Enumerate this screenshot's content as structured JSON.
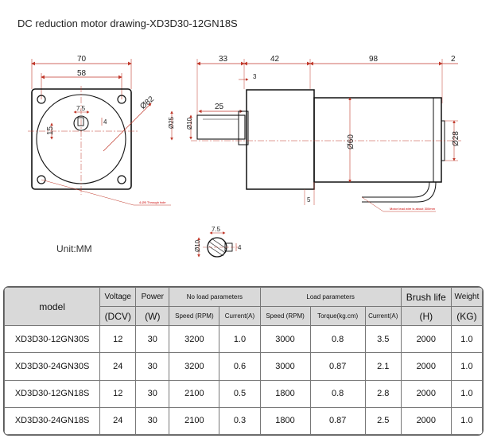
{
  "title": "DC reduction motor drawing-XD3D30-12GN18S",
  "unit_label": "Unit:MM",
  "front_view": {
    "dim_width": "70",
    "dim_inner": "58",
    "dim_key": "7.5",
    "dim_key_depth": "4",
    "dim_height": "15",
    "dim_diameter": "Ø82",
    "hole_note": "4-Ø5 Through hole"
  },
  "side_view": {
    "dim_33": "33",
    "dim_42": "42",
    "dim_98": "98",
    "dim_2": "2",
    "dim_3": "3",
    "dim_25": "25",
    "dim_d25": "Ø25",
    "dim_d10": "Ø10",
    "dim_d60": "Ø60",
    "dim_d28": "Ø28",
    "dim_5": "5",
    "lead_note": "Motor lead wire is about 300mm"
  },
  "shaft_detail": {
    "dim_7_5": "7.5",
    "dim_d10": "Ø10",
    "dim_4": "4"
  },
  "spec_table": {
    "headers": {
      "model": "model",
      "voltage": "Voltage",
      "voltage_unit": "(DCV)",
      "power": "Power",
      "power_unit": "(W)",
      "no_load": "No load parameters",
      "load": "Load parameters",
      "brush_life": "Brush life",
      "brush_unit": "(H)",
      "weight": "Weight",
      "weight_unit": "(KG)",
      "nl_speed": "Speed (RPM)",
      "nl_current": "Current(A)",
      "l_speed": "Speed (RPM)",
      "l_torque": "Torque(kg.cm)",
      "l_current": "Current(A)"
    },
    "rows": [
      {
        "model": "XD3D30-12GN30S",
        "voltage": "12",
        "power": "30",
        "nl_speed": "3200",
        "nl_current": "1.0",
        "l_speed": "3000",
        "l_torque": "0.8",
        "l_current": "3.5",
        "brush": "2000",
        "weight": "1.0"
      },
      {
        "model": "XD3D30-24GN30S",
        "voltage": "24",
        "power": "30",
        "nl_speed": "3200",
        "nl_current": "0.6",
        "l_speed": "3000",
        "l_torque": "0.87",
        "l_current": "2.1",
        "brush": "2000",
        "weight": "1.0"
      },
      {
        "model": "XD3D30-12GN18S",
        "voltage": "12",
        "power": "30",
        "nl_speed": "2100",
        "nl_current": "0.5",
        "l_speed": "1800",
        "l_torque": "0.8",
        "l_current": "2.8",
        "brush": "2000",
        "weight": "1.0"
      },
      {
        "model": "XD3D30-24GN18S",
        "voltage": "24",
        "power": "30",
        "nl_speed": "2100",
        "nl_current": "0.3",
        "l_speed": "1800",
        "l_torque": "0.87",
        "l_current": "2.5",
        "brush": "2000",
        "weight": "1.0"
      }
    ]
  },
  "colors": {
    "dimension_line": "#c0392b",
    "outline": "#111111",
    "table_header_bg": "#d9d9d9"
  }
}
